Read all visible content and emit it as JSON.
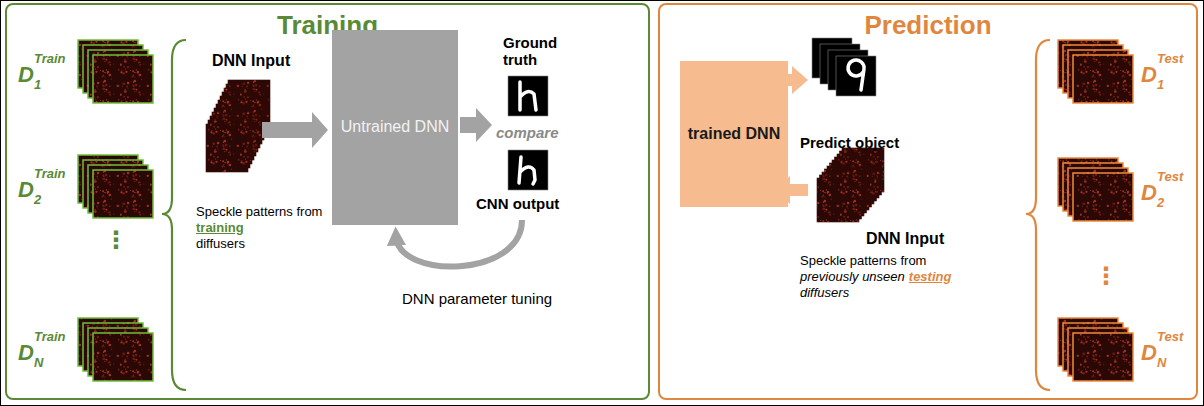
{
  "diagram": {
    "nodes": [
      {
        "text": [
          "Training"
        ]
      },
      {
        "text": [
          "Untrained DNN"
        ],
        "in": 0
      },
      {
        "text": [
          "Prediction"
        ]
      },
      {
        "text": [
          "trained DNN"
        ],
        "in": 2
      }
    ],
    "labels": [
      "D",
      "1",
      "Train",
      "D",
      "2",
      "Train",
      "⋮",
      "D",
      "N",
      "Train",
      "DNN Input",
      "Speckle patterns from",
      "training",
      "diffusers",
      "Ground truth",
      "compare",
      "CNN output",
      "DNN parameter tuning",
      "Predict object",
      "DNN Input",
      "Speckle patterns from",
      "previously unseen",
      "testing",
      "diffusers",
      "D",
      "1",
      "Test",
      "D",
      "2",
      "Test",
      "⋮",
      "D",
      "N",
      "Test"
    ]
  }
}
